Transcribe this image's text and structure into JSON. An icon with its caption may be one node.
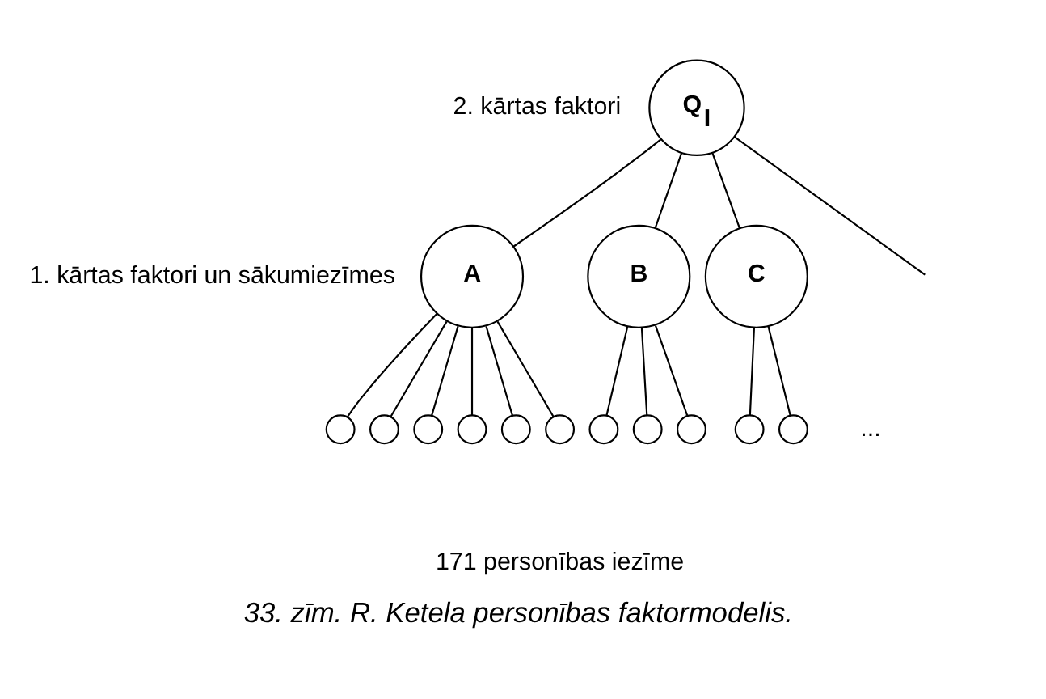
{
  "diagram": {
    "caption": "33. zīm. R. Ketela personības faktormodelis.",
    "nodes": [
      {
        "text": [
          "Q$_{I}$"
        ]
      },
      {
        "text": [
          "A"
        ]
      },
      {
        "text": [
          "B"
        ]
      },
      {
        "text": [
          "C"
        ]
      },
      {
        "text": [],
        "shape": "circle"
      },
      {
        "text": [],
        "shape": "circle"
      },
      {
        "text": [],
        "shape": "circle"
      },
      {
        "text": [],
        "shape": "circle"
      },
      {
        "text": [],
        "shape": "circle"
      },
      {
        "text": [],
        "shape": "circle"
      },
      {
        "text": [],
        "shape": "circle"
      },
      {
        "text": [],
        "shape": "circle"
      },
      {
        "text": [],
        "shape": "circle"
      },
      {
        "text": [],
        "shape": "circle"
      },
      {
        "text": [],
        "shape": "circle"
      }
    ],
    "edges": [
      {
        "from": 0,
        "to": 1,
        "arrow": "none"
      },
      {
        "from": 0,
        "to": 2,
        "arrow": "none"
      },
      {
        "from": 0,
        "to": 3,
        "arrow": "none"
      },
      {
        "from": 0,
        "to": null,
        "arrow": "none"
      },
      {
        "from": 1,
        "to": 4,
        "arrow": "none"
      },
      {
        "from": 1,
        "to": 5,
        "arrow": "none"
      },
      {
        "from": 1,
        "to": 6,
        "arrow": "none"
      },
      {
        "from": 1,
        "to": 7,
        "arrow": "none"
      },
      {
        "from": 1,
        "to": 8,
        "arrow": "none"
      },
      {
        "from": 1,
        "to": 9,
        "arrow": "none"
      },
      {
        "from": 2,
        "to": 10,
        "arrow": "none"
      },
      {
        "from": 2,
        "to": 11,
        "arrow": "none"
      },
      {
        "from": 2,
        "to": 12,
        "arrow": "none"
      },
      {
        "from": 3,
        "to": 13,
        "arrow": "none"
      },
      {
        "from": 3,
        "to": 14,
        "arrow": "none"
      }
    ],
    "labels": [
      "2. kārtas faktori",
      "1. kārtas faktori un sākumiezīmes",
      "...",
      "171 personības iezīme"
    ]
  }
}
